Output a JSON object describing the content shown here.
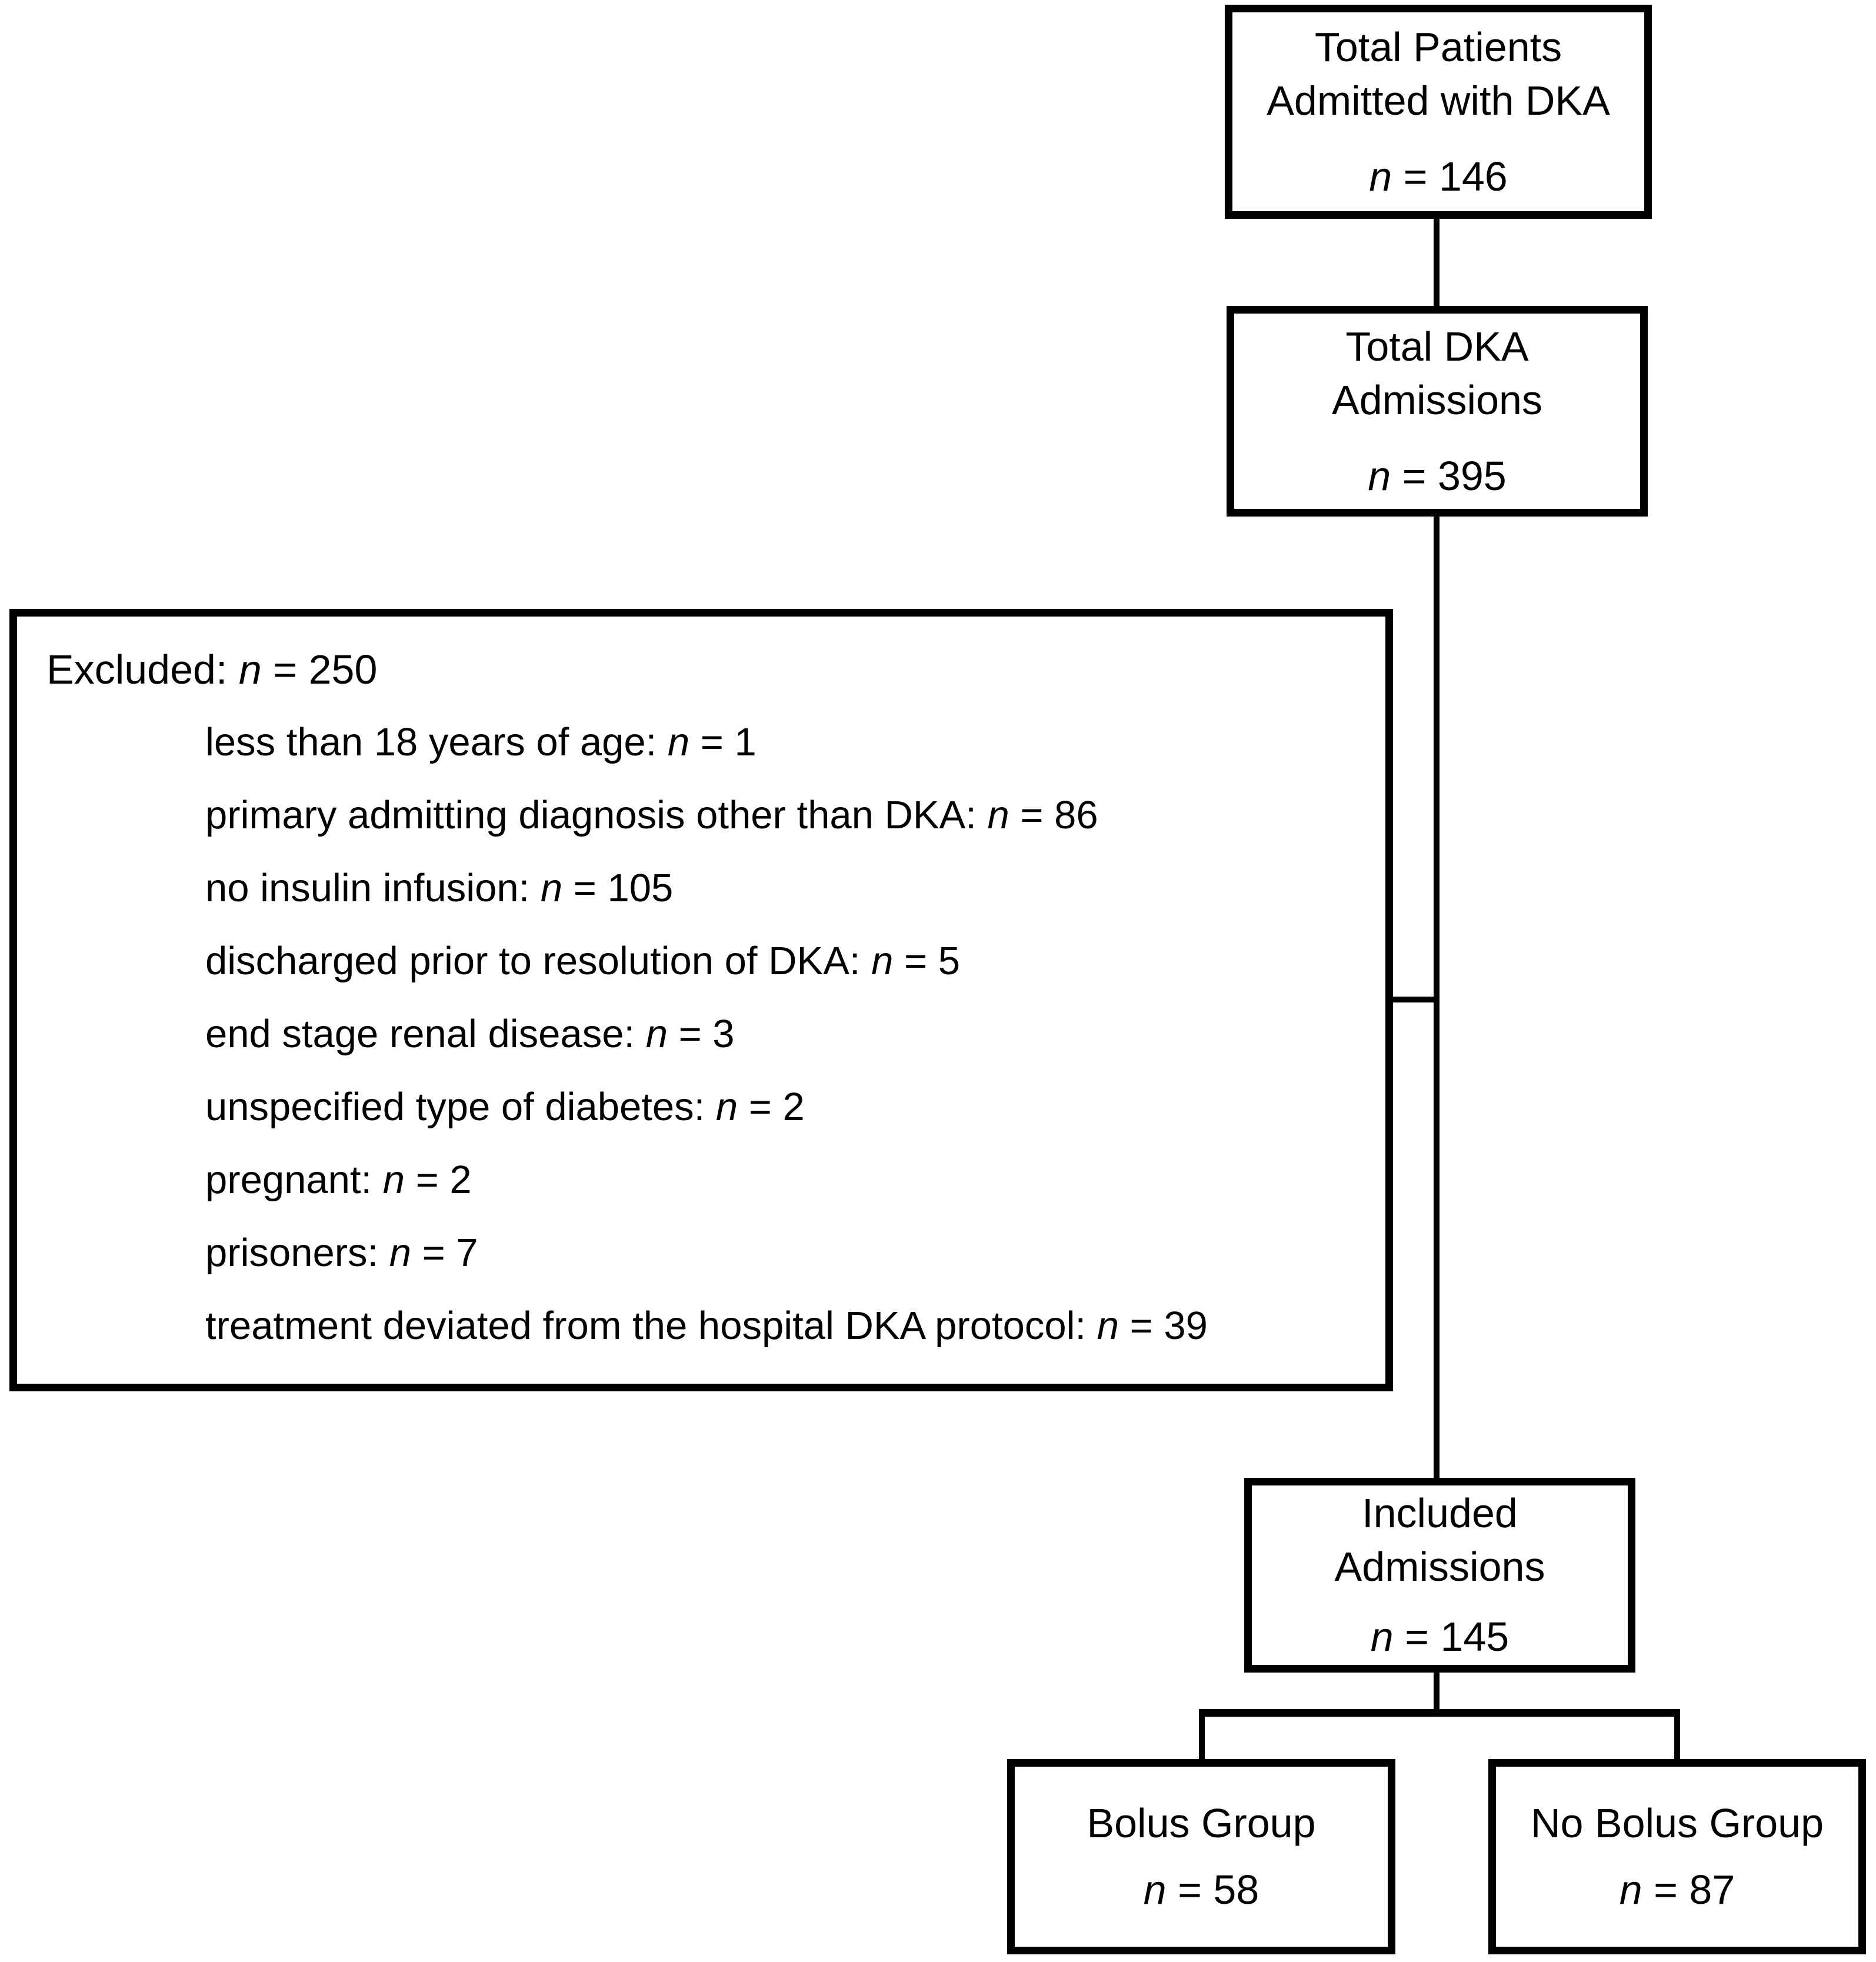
{
  "diagram": {
    "colors": {
      "line": "#000000",
      "background": "#ffffff",
      "text": "#000000"
    },
    "total_patients": {
      "line1": "Total Patients",
      "line2": "Admitted with DKA",
      "n": "n",
      "n_value": " = 146"
    },
    "total_dka_admissions": {
      "line1": "Total DKA",
      "line2": "Admissions",
      "n": "n",
      "n_value": " = 395"
    },
    "excluded": {
      "header": "Excluded: ",
      "header_n": "n",
      "header_value": " = 250",
      "items": [
        {
          "text": "less than 18 years of age: ",
          "n": "n",
          "value": " = 1"
        },
        {
          "text": "primary admitting diagnosis other than DKA: ",
          "n": "n",
          "value": " = 86"
        },
        {
          "text": "no insulin infusion: ",
          "n": "n",
          "value": " = 105"
        },
        {
          "text": "discharged prior to resolution of DKA: ",
          "n": "n",
          "value": " = 5"
        },
        {
          "text": "end stage renal disease: ",
          "n": "n",
          "value": " = 3"
        },
        {
          "text": "unspecified type of diabetes: ",
          "n": "n",
          "value": " = 2"
        },
        {
          "text": "pregnant: ",
          "n": "n",
          "value": " = 2"
        },
        {
          "text": "prisoners: ",
          "n": "n",
          "value": " = 7"
        },
        {
          "text": "treatment deviated from the hospital DKA protocol: ",
          "n": "n",
          "value": " = 39"
        }
      ]
    },
    "included_admissions": {
      "line1": "Included",
      "line2": "Admissions",
      "n": "n",
      "n_value": " = 145"
    },
    "bolus_group": {
      "title": "Bolus Group",
      "n": "n",
      "n_value": " = 58"
    },
    "no_bolus_group": {
      "title": "No Bolus Group",
      "n": "n",
      "n_value": " = 87"
    }
  }
}
